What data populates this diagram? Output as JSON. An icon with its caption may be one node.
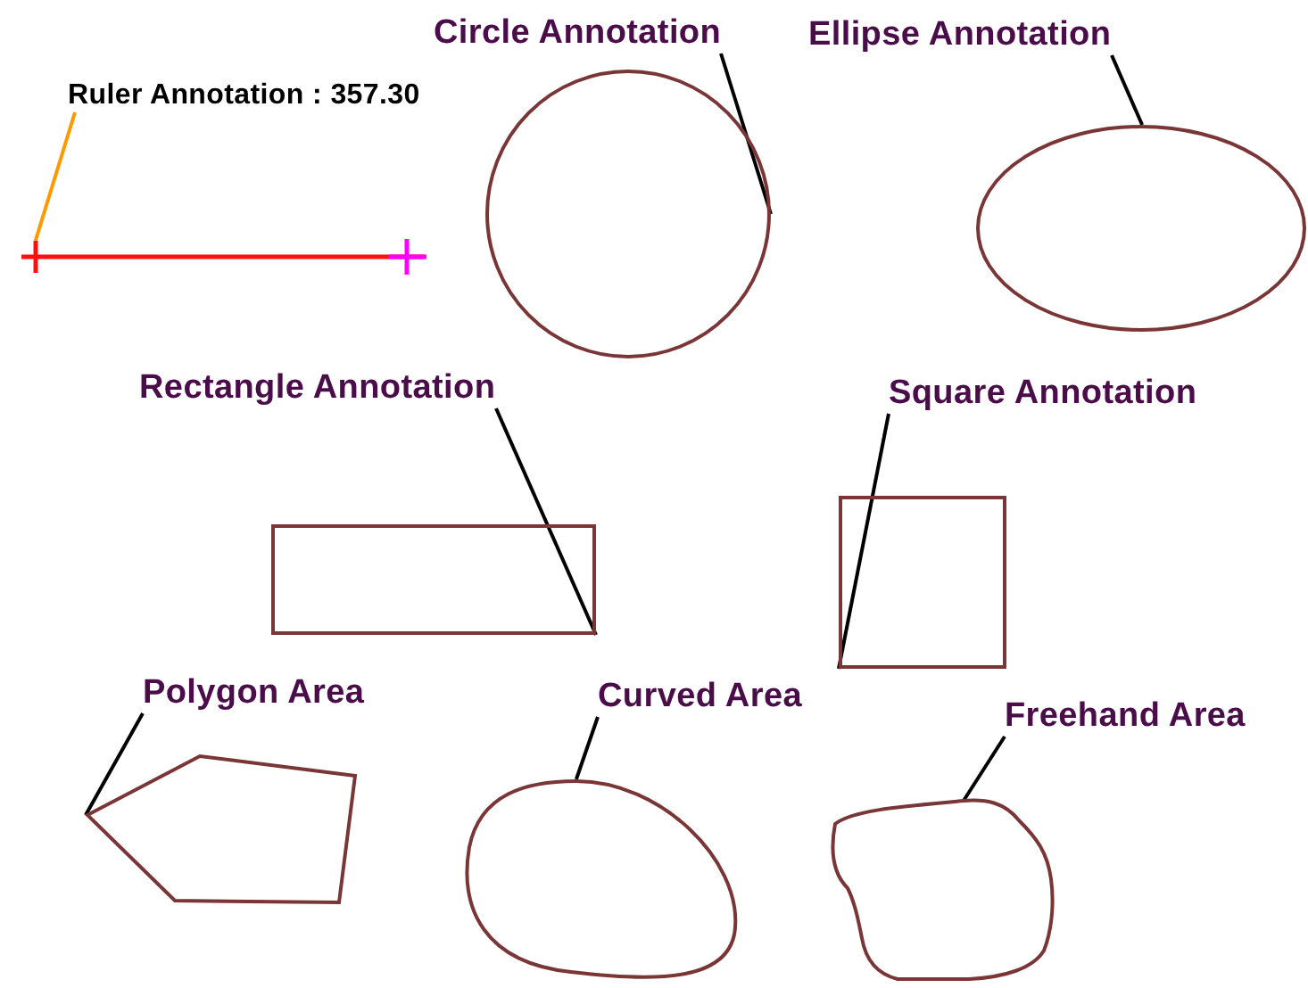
{
  "diagram": {
    "nodes": [
      {
        "text": [
          "Ruler Annotation : 357.30"
        ]
      },
      {
        "text": [],
        "shape": "line"
      },
      {
        "text": [
          "Circle Annotation"
        ]
      },
      {
        "text": [],
        "shape": "circle"
      },
      {
        "text": [
          "Ellipse Annotation"
        ]
      },
      {
        "text": [],
        "shape": "ellipse"
      },
      {
        "text": [
          "Rectangle Annotation"
        ]
      },
      {
        "text": [],
        "shape": "box"
      },
      {
        "text": [
          "Square Annotation"
        ]
      },
      {
        "text": [],
        "shape": "box"
      },
      {
        "text": [
          "Polygon Area"
        ]
      },
      {
        "text": [],
        "shape": "polygon"
      },
      {
        "text": [
          "Curved Area"
        ]
      },
      {
        "text": [],
        "shape": "blob"
      },
      {
        "text": [
          "Freehand Area"
        ]
      },
      {
        "text": [],
        "shape": "freehand"
      }
    ],
    "edges": [
      {
        "from": 0,
        "to": 1,
        "arrow": "none",
        "color": "#ff9900"
      },
      {
        "from": 2,
        "to": 3,
        "arrow": "none"
      },
      {
        "from": 4,
        "to": 5,
        "arrow": "none"
      },
      {
        "from": 6,
        "to": 7,
        "arrow": "none"
      },
      {
        "from": 8,
        "to": 9,
        "arrow": "none"
      },
      {
        "from": 10,
        "to": 11,
        "arrow": "none"
      },
      {
        "from": 12,
        "to": 13,
        "arrow": "none"
      },
      {
        "from": 14,
        "to": 15,
        "arrow": "none"
      }
    ]
  }
}
